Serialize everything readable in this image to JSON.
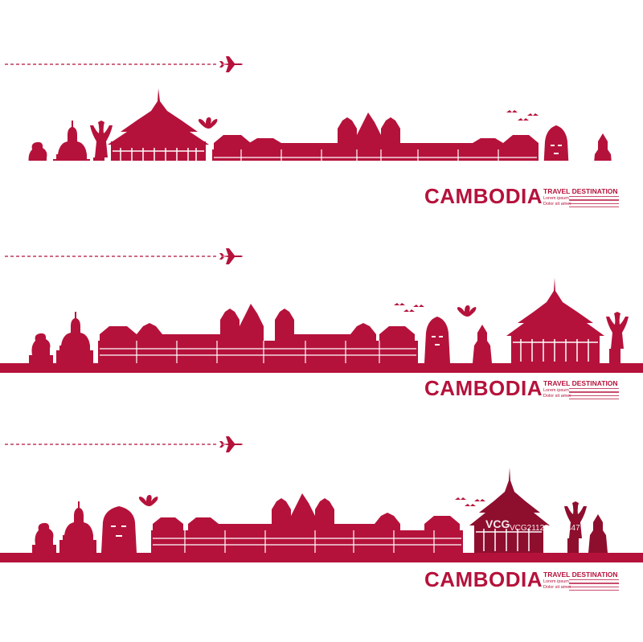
{
  "colors": {
    "brand": "#B5123B",
    "background": "#FFFFFF"
  },
  "banners": [
    {
      "title": "CAMBODIA",
      "subtitle": "TRAVEL DESTINATION",
      "lorem_line1": "Lorem ipsum",
      "lorem_line2": "Dolor sit amet",
      "icons": [
        "airplane-icon",
        "lion-statue",
        "seated-buddha-statue",
        "apsara-dancer-statue",
        "royal-palace",
        "angkor-wat-temple",
        "bayon-face-tower",
        "small-stupa",
        "birds-icon",
        "lotus-icon"
      ]
    },
    {
      "title": "CAMBODIA",
      "subtitle": "TRAVEL DESTINATION",
      "lorem_line1": "Lorem ipsum",
      "lorem_line2": "Dolor sit amet"
    },
    {
      "title": "CAMBODIA",
      "subtitle": "TRAVEL DESTINATION",
      "lorem_line1": "Lorem ipsum",
      "lorem_line2": "Dolor sit amet"
    }
  ],
  "watermark": {
    "logo": "VCG",
    "id": "VCG211280470447"
  }
}
